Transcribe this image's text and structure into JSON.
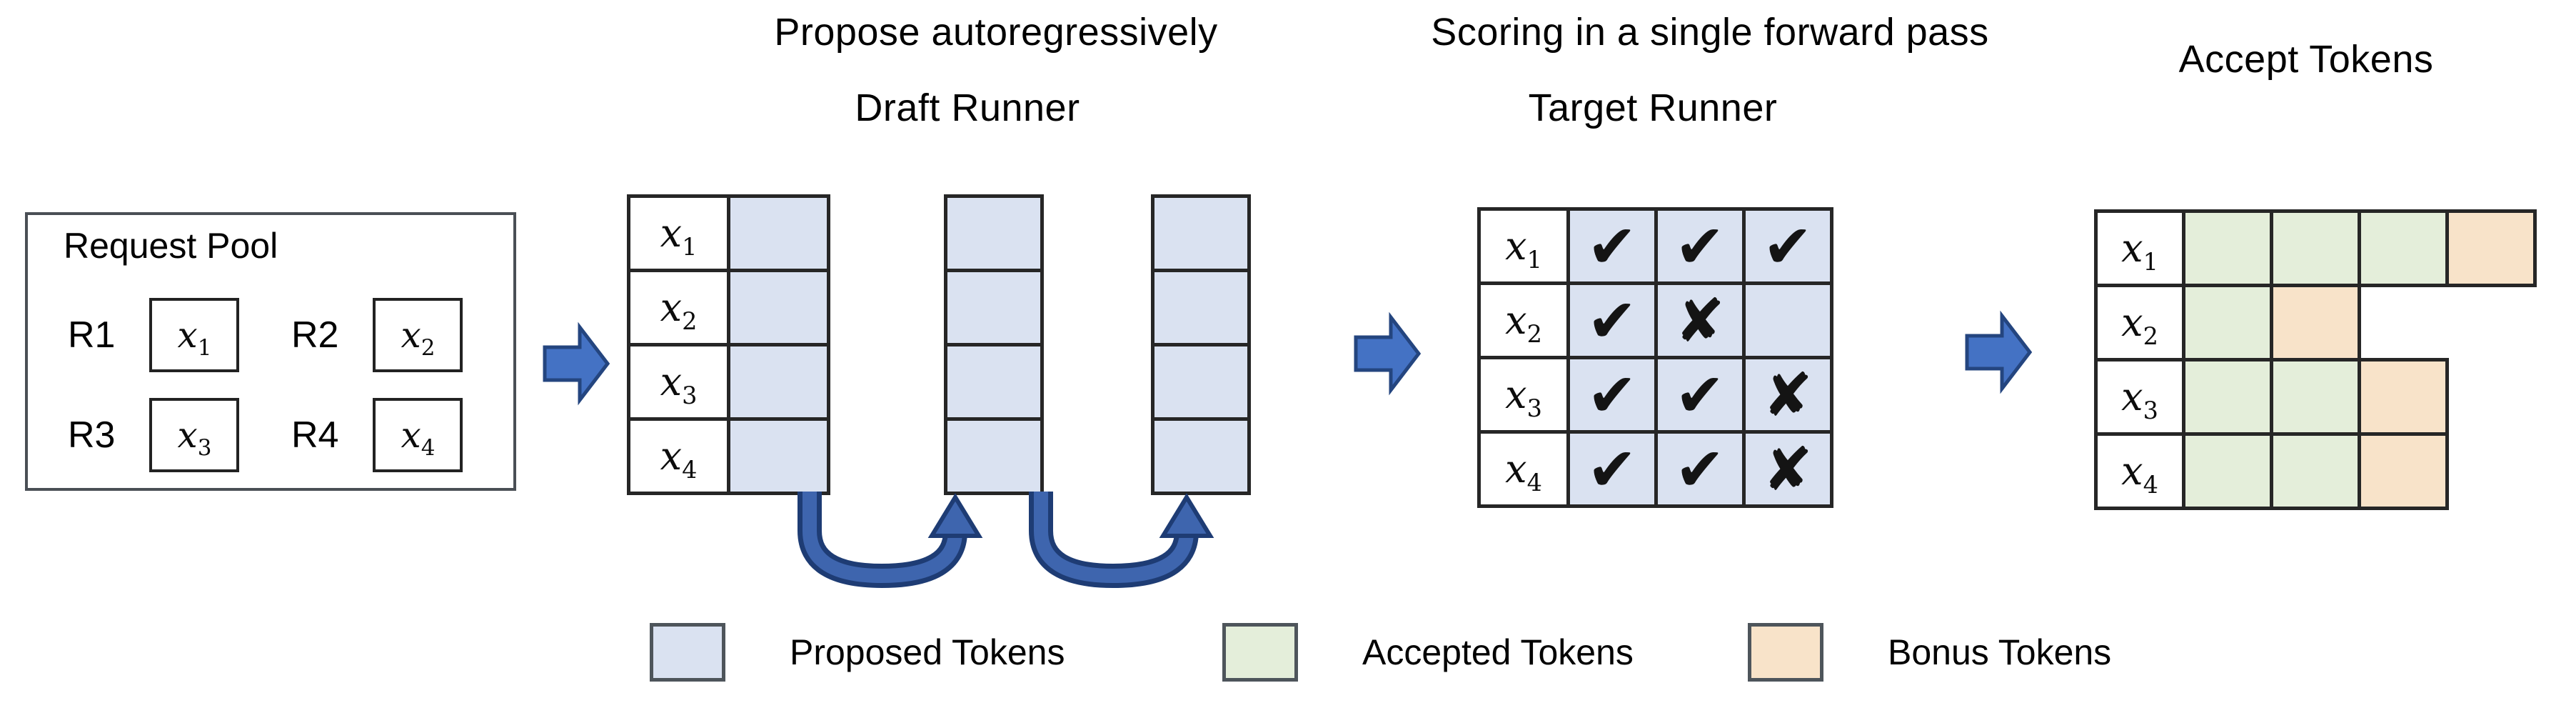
{
  "titles": {
    "propose": "Propose autoregressively",
    "draft_runner": "Draft Runner",
    "scoring": "Scoring in a single forward pass",
    "target_runner": "Target Runner",
    "accept": "Accept Tokens"
  },
  "request_pool": {
    "title": "Request Pool",
    "requests": [
      {
        "id": "R1",
        "token": {
          "base": "x",
          "sub": "1"
        }
      },
      {
        "id": "R2",
        "token": {
          "base": "x",
          "sub": "2"
        }
      },
      {
        "id": "R3",
        "token": {
          "base": "x",
          "sub": "3"
        }
      },
      {
        "id": "R4",
        "token": {
          "base": "x",
          "sub": "4"
        }
      }
    ]
  },
  "draft_runner": {
    "labels": [
      {
        "base": "x",
        "sub": "1"
      },
      {
        "base": "x",
        "sub": "2"
      },
      {
        "base": "x",
        "sub": "3"
      },
      {
        "base": "x",
        "sub": "4"
      }
    ],
    "columns": [
      "labeled",
      "plain",
      "plain"
    ],
    "rows_per_column": 4
  },
  "target_runner": {
    "labels": [
      {
        "base": "x",
        "sub": "1"
      },
      {
        "base": "x",
        "sub": "2"
      },
      {
        "base": "x",
        "sub": "3"
      },
      {
        "base": "x",
        "sub": "4"
      }
    ],
    "score_grid": [
      [
        "check",
        "check",
        "check"
      ],
      [
        "check",
        "cross",
        "blank"
      ],
      [
        "check",
        "check",
        "cross"
      ],
      [
        "check",
        "check",
        "cross"
      ]
    ]
  },
  "accept_tokens": {
    "labels": [
      {
        "base": "x",
        "sub": "1"
      },
      {
        "base": "x",
        "sub": "2"
      },
      {
        "base": "x",
        "sub": "3"
      },
      {
        "base": "x",
        "sub": "4"
      }
    ],
    "rows": [
      [
        "accepted",
        "accepted",
        "accepted",
        "bonus"
      ],
      [
        "accepted",
        "bonus"
      ],
      [
        "accepted",
        "accepted",
        "bonus"
      ],
      [
        "accepted",
        "accepted",
        "bonus"
      ]
    ]
  },
  "legend": [
    {
      "swatch": "proposed",
      "label": "Proposed Tokens"
    },
    {
      "swatch": "accepted",
      "label": "Accepted Tokens"
    },
    {
      "swatch": "bonus",
      "label": "Bonus Tokens"
    }
  ],
  "marks": {
    "check": "✔",
    "cross": "✘"
  },
  "colors": {
    "proposed": "#dae2f1",
    "accepted": "#e4eeda",
    "bonus": "#f8e3c9",
    "arrow_fill": "#4472c4",
    "arrow_stroke": "#24457f",
    "grid_border": "#262626"
  }
}
